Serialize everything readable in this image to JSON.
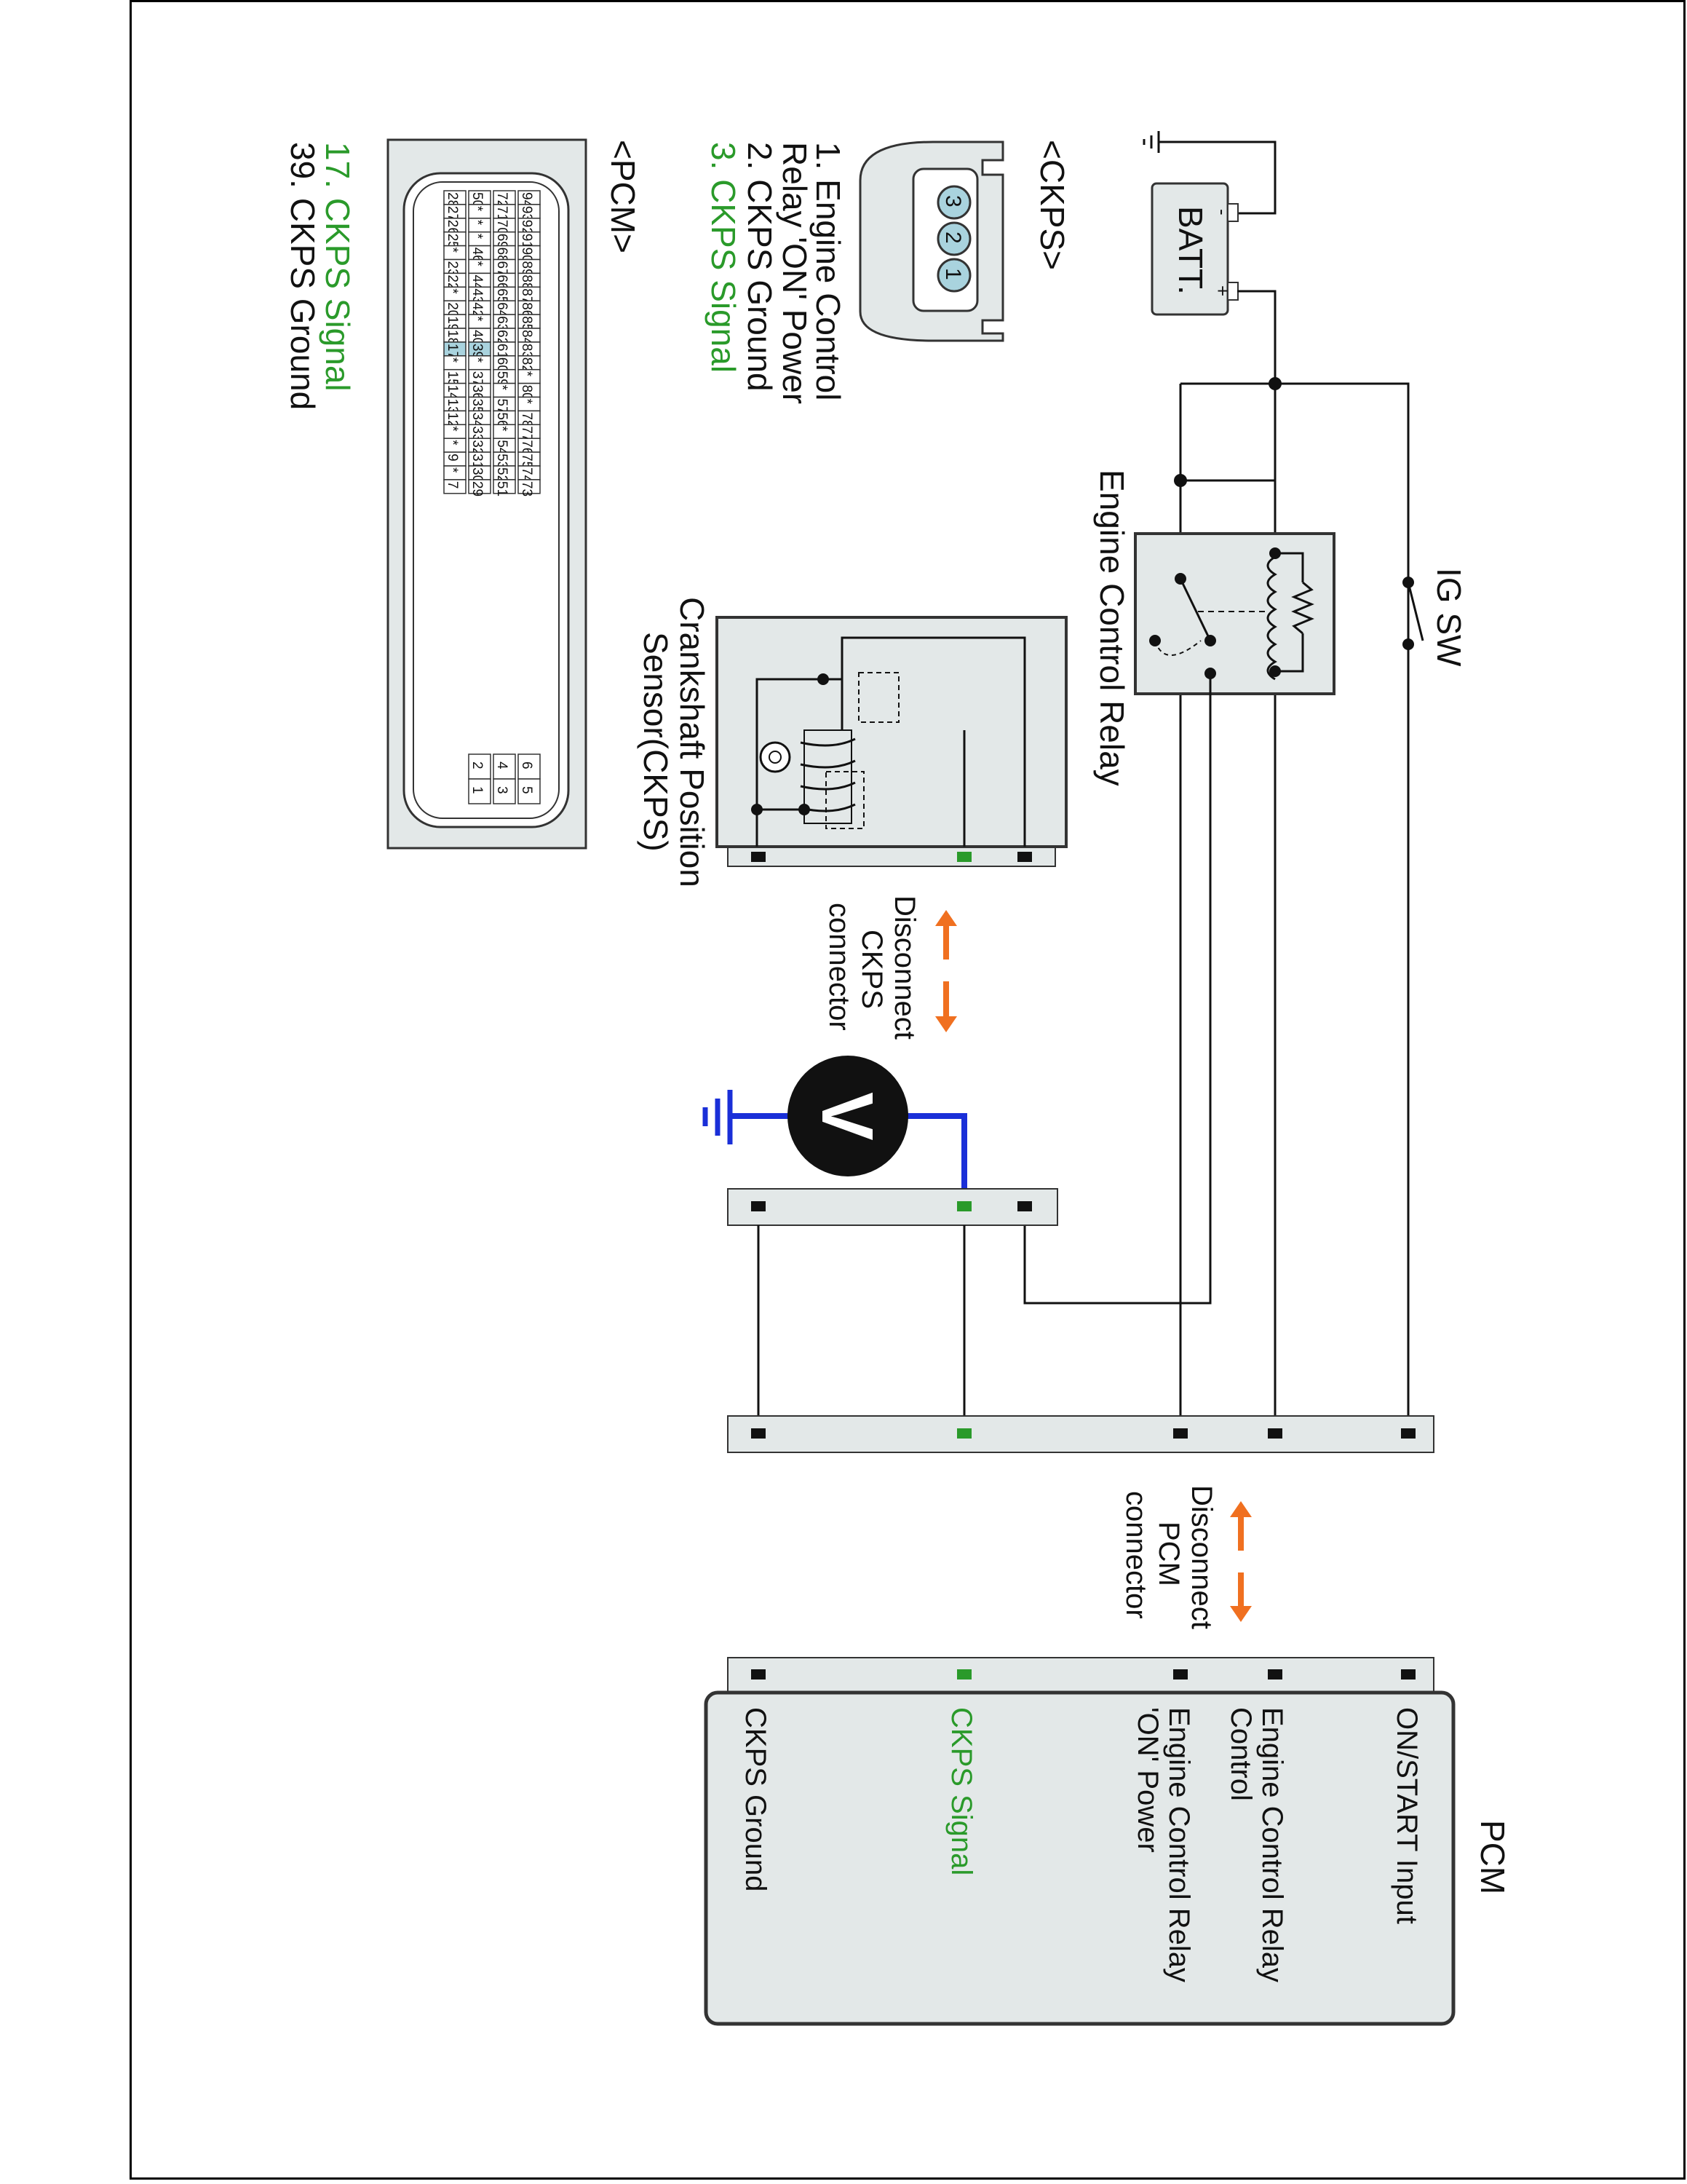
{
  "ckps_section": {
    "header": "<CKPS>",
    "pins": [
      {
        "text": "1. Engine Control",
        "color": "#111111"
      },
      {
        "text": "Relay 'ON' Power",
        "color": "#111111"
      },
      {
        "text": "2. CKPS Ground",
        "color": "#111111"
      },
      {
        "text": "3. CKPS Signal",
        "color": "#2a9a2a"
      }
    ],
    "connector_pins": [
      "3",
      "2",
      "1"
    ]
  },
  "pcm_section": {
    "header": "<PCM>",
    "pins": [
      {
        "text": "17. CKPS Signal",
        "color": "#2a9a2a"
      },
      {
        "text": "39. CKPS Ground",
        "color": "#111111"
      }
    ],
    "grid_rows": [
      [
        "94",
        "93",
        "92",
        "91",
        "90",
        "89",
        "88",
        "87",
        "86",
        "85",
        "84",
        "83",
        "82",
        "*",
        "80",
        "*",
        "78",
        "77",
        "76",
        "75",
        "74",
        "73"
      ],
      [
        "72",
        "71",
        "70",
        "69",
        "68",
        "67",
        "66",
        "65",
        "64",
        "63",
        "62",
        "61",
        "60",
        "59",
        "*",
        "57",
        "56",
        "*",
        "54",
        "53",
        "52",
        "51"
      ],
      [
        "50",
        "*",
        "*",
        "*",
        "46",
        "*",
        "44",
        "43",
        "42",
        "*",
        "40",
        "39",
        "*",
        "37",
        "36",
        "35",
        "34",
        "33",
        "32",
        "31",
        "30",
        "29"
      ],
      [
        "28",
        "27",
        "26",
        "25",
        "*",
        "23",
        "22",
        "*",
        "20",
        "19",
        "18",
        "17",
        "*",
        "15",
        "14",
        "13",
        "12",
        "*",
        "*",
        "9",
        "*",
        "7"
      ]
    ],
    "small_grid": [
      [
        "6",
        "5"
      ],
      [
        "4",
        "3"
      ],
      [
        "2",
        "1"
      ]
    ]
  },
  "labels": {
    "battery": "BATT.",
    "battery_minus": "-",
    "battery_plus": "+",
    "ig_sw": "IG SW",
    "relay": "Engine Control Relay",
    "ckps_sensor_1": "Crankshaft Position",
    "ckps_sensor_2": "Sensor(CKPS)",
    "disconnect_ckps_1": "Disconnect",
    "disconnect_ckps_2": "CKPS",
    "disconnect_ckps_3": "connector",
    "disconnect_pcm_1": "Disconnect",
    "disconnect_pcm_2": "PCM",
    "disconnect_pcm_3": "connector",
    "voltmeter": "V",
    "pcm_title": "PCM"
  },
  "pcm_terminals": [
    {
      "text": "ON/START Input",
      "color": "#111111"
    },
    {
      "text": "Engine Control Relay",
      "color": "#111111"
    },
    {
      "text": "Control",
      "color": "#111111"
    },
    {
      "text": "Engine Control Relay",
      "color": "#111111"
    },
    {
      "text": "'ON' Power",
      "color": "#111111"
    },
    {
      "text": "CKPS Signal",
      "color": "#2a9a2a"
    },
    {
      "text": "CKPS Ground",
      "color": "#111111"
    }
  ],
  "colors": {
    "signal_green": "#2a9a2a",
    "arrow_orange": "#f07020",
    "probe_blue": "#1a2fd8",
    "panel_fill": "#e3e8e8"
  }
}
